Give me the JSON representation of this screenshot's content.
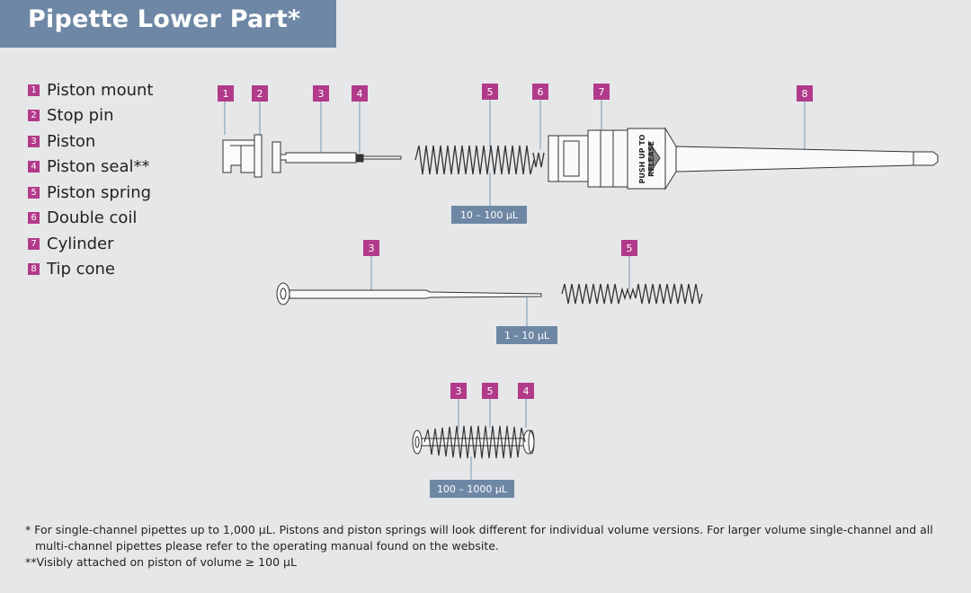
{
  "header": {
    "title": "Pipette Lower Part*"
  },
  "legend": [
    {
      "num": "1",
      "label": "Piston mount"
    },
    {
      "num": "2",
      "label": "Stop pin"
    },
    {
      "num": "3",
      "label": "Piston"
    },
    {
      "num": "4",
      "label": "Piston seal**"
    },
    {
      "num": "5",
      "label": "Piston spring"
    },
    {
      "num": "6",
      "label": "Double coil"
    },
    {
      "num": "7",
      "label": "Cylinder"
    },
    {
      "num": "8",
      "label": "Tip cone"
    }
  ],
  "diagram": {
    "callouts_top": [
      "1",
      "2",
      "3",
      "4",
      "5",
      "6",
      "7",
      "8"
    ],
    "callouts_middle": [
      "3",
      "5"
    ],
    "callouts_bottom": [
      "3",
      "5",
      "4"
    ],
    "volume_labels": {
      "top": "10 – 100 µL",
      "middle": "1 – 10  µL",
      "bottom": "100 – 1000 µL"
    },
    "cylinder_text_line1": "PUSH UP TO",
    "cylinder_text_line2": "RELEASE"
  },
  "colors": {
    "callout": "#b23a8a",
    "volume_box": "#6e87a5",
    "title_bar": "#6e87a5",
    "background": "#e6e7e8"
  },
  "footnotes": {
    "single_channel": "* For single-channel pipettes up to 1,000 µL. Pistons and piston springs will look different for individual volume versions. For larger volume single-channel and all multi-channel pipettes please refer to the operating manual found on the website.",
    "seal": "**Visibly attached on piston of volume ≥ 100 µL"
  }
}
